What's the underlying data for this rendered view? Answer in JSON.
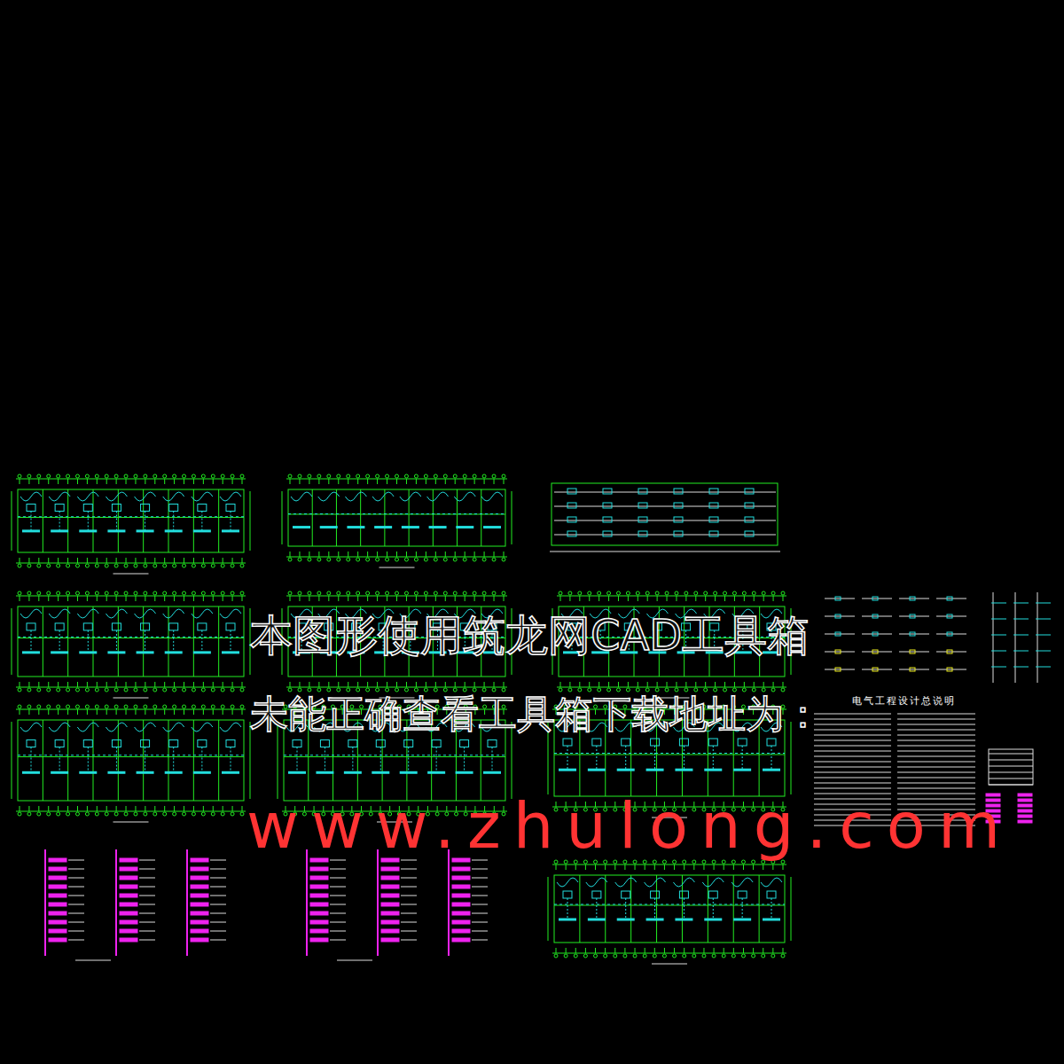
{
  "diagram": {
    "labels": [
      "电气工程设计总说明",
      "本图形使用筑龙网CAD工具箱",
      "未能正确查看工具箱下载地址为：",
      "www.zhulong.com"
    ]
  }
}
